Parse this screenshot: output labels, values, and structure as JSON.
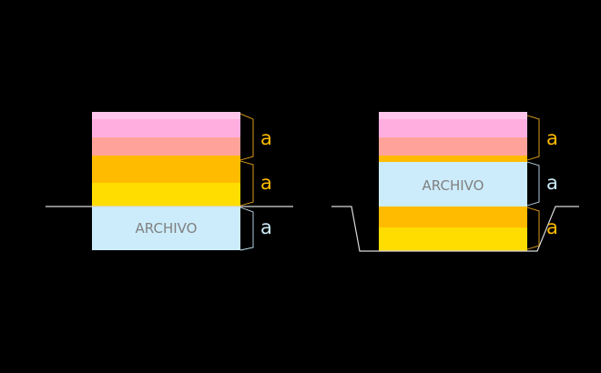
{
  "colors": {
    "background": "#000000",
    "pink_light": "#ffc6ec",
    "pink": "#ffaedf",
    "salmon": "#ffa39a",
    "orange": "#ffbb00",
    "yellow": "#ffdd00",
    "archivo_fill": "#ccecfb",
    "archivo_text": "#808080",
    "ground_line": "#d8d8d8",
    "brace_orange": "#f2ad1e",
    "brace_blue": "#c4e4f2",
    "label_orange": "#ffbb00",
    "label_blue": "#ccecfb"
  },
  "left": {
    "archivo_label": "ARCHIVO",
    "brace_labels": [
      "a",
      "a",
      "a"
    ]
  },
  "right": {
    "archivo_label": "ARCHIVO",
    "brace_labels": [
      "a",
      "a",
      "a"
    ]
  }
}
